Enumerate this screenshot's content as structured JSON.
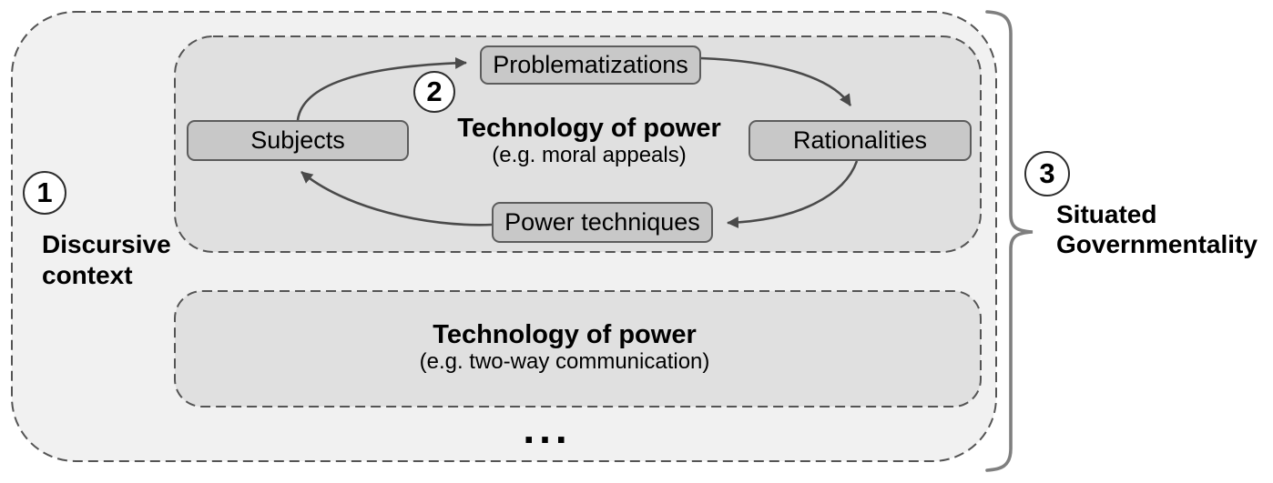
{
  "diagram": {
    "colors": {
      "outer_fill": "#f1f1f1",
      "inner_fill": "#e0e0e0",
      "node_fill": "#c8c8c8",
      "node_border": "#5c5c5c",
      "dash_stroke": "#545454",
      "arrow": "#4a4a4a",
      "brace": "#7f7f7f",
      "text": "#000000"
    },
    "outer_box": {
      "number": "1",
      "label": "Discursive\ncontext"
    },
    "cycle_box": {
      "number": "2",
      "title": "Technology of power",
      "subtitle": "(e.g. moral appeals)",
      "nodes": [
        {
          "id": "problematizations",
          "label": "Problematizations"
        },
        {
          "id": "rationalities",
          "label": "Rationalities"
        },
        {
          "id": "power-techniques",
          "label": "Power techniques"
        },
        {
          "id": "subjects",
          "label": "Subjects"
        }
      ]
    },
    "second_box": {
      "title": "Technology of power",
      "subtitle": "(e.g. two-way communication)"
    },
    "ellipsis": "...",
    "bracket": {
      "number": "3",
      "label": "Situated\nGovernmentality"
    }
  }
}
